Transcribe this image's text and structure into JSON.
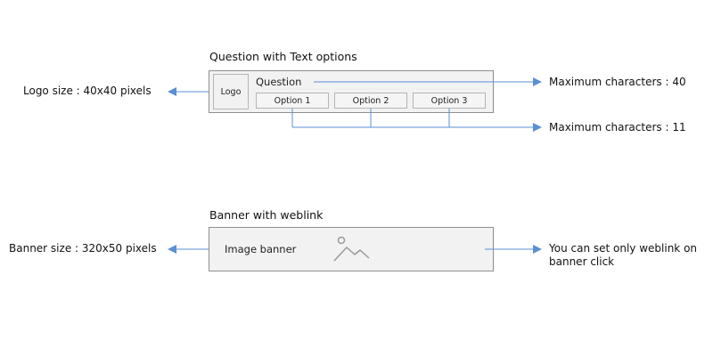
{
  "question_section": {
    "title": "Question with Text options",
    "logo_label": "Logo",
    "question_label": "Question",
    "options": [
      "Option 1",
      "Option 2",
      "Option 3"
    ],
    "logo_note": "Logo size : 40x40 pixels",
    "question_note": "Maximum characters : 40",
    "options_note": "Maximum characters : 11"
  },
  "banner_section": {
    "title": "Banner with weblink",
    "banner_label": "Image banner",
    "image_icon": "image-placeholder-icon",
    "size_note": "Banner size : 320x50 pixels",
    "weblink_note_line1": "You can set only weblink on",
    "weblink_note_line2": "banner click"
  },
  "colors": {
    "arrow": "#5b8fd4",
    "frame_border": "#8f8f8f",
    "frame_fill": "#f2f2f2",
    "icon": "#999999"
  }
}
